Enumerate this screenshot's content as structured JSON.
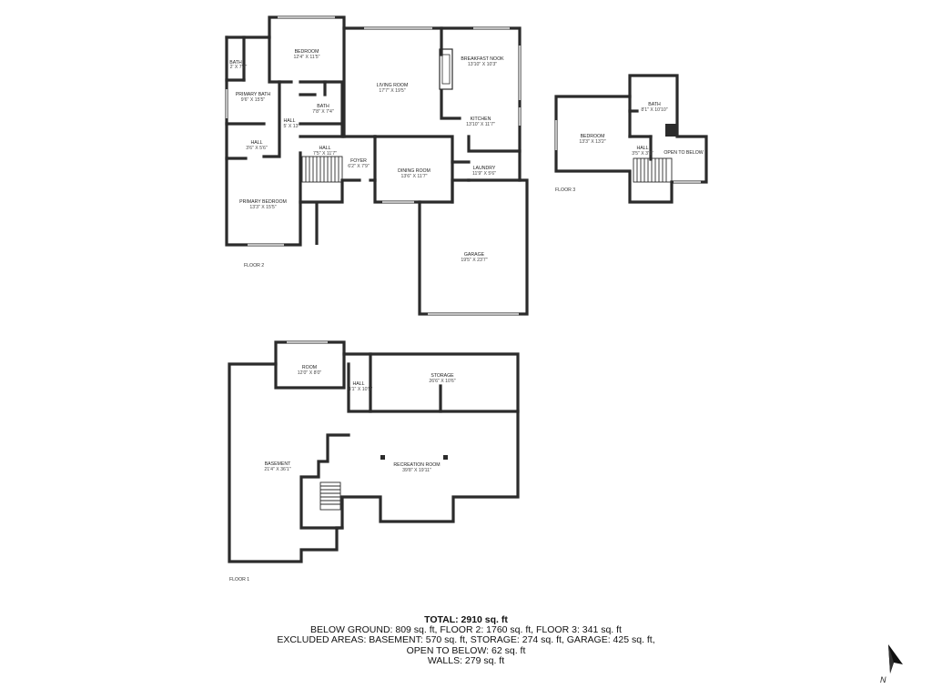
{
  "floors": [
    {
      "label": "FLOOR 2",
      "rooms": [
        {
          "key": "f2-bedroom",
          "name": "BEDROOM",
          "dims": "12'4\" X 11'5\""
        },
        {
          "key": "f2-bath-small",
          "name": "BATH",
          "dims": "2' X 7'7\""
        },
        {
          "key": "f2-primary-bath",
          "name": "PRIMARY BATH",
          "dims": "9'6\" X 15'5\""
        },
        {
          "key": "f2-bath",
          "name": "BATH",
          "dims": "7'8\" X 7'4\""
        },
        {
          "key": "f2-hall-1",
          "name": "HALL",
          "dims": "5' X 13'"
        },
        {
          "key": "f2-hall-2",
          "name": "HALL",
          "dims": "3'6\" X 5'6\""
        },
        {
          "key": "f2-hall-3",
          "name": "HALL",
          "dims": "7'5\" X 11'7\""
        },
        {
          "key": "f2-living-room",
          "name": "LIVING ROOM",
          "dims": "17'7\" X 19'5\""
        },
        {
          "key": "f2-breakfast-nook",
          "name": "BREAKFAST NOOK",
          "dims": "13'10\" X 10'3\""
        },
        {
          "key": "f2-kitchen",
          "name": "KITCHEN",
          "dims": "13'10\" X 11'7\""
        },
        {
          "key": "f2-foyer",
          "name": "FOYER",
          "dims": "6'2\" X 7'9\""
        },
        {
          "key": "f2-dining-room",
          "name": "DINING ROOM",
          "dims": "13'6\" X 11'7\""
        },
        {
          "key": "f2-laundry",
          "name": "LAUNDRY",
          "dims": "11'9\" X 5'6\""
        },
        {
          "key": "f2-primary-bedroom",
          "name": "PRIMARY BEDROOM",
          "dims": "13'3\" X 15'5\""
        },
        {
          "key": "f2-garage",
          "name": "GARAGE",
          "dims": "19'5\" X 23'7\""
        }
      ]
    },
    {
      "label": "FLOOR 3",
      "rooms": [
        {
          "key": "f3-bedroom",
          "name": "BEDROOM",
          "dims": "13'3\" X 13'2\""
        },
        {
          "key": "f3-bath",
          "name": "BATH",
          "dims": "8'1\" X 10'10\""
        },
        {
          "key": "f3-hall",
          "name": "HALL",
          "dims": "3'5\" X 3'1\""
        },
        {
          "key": "f3-open-to-below",
          "name": "OPEN TO BELOW",
          "dims": ""
        }
      ]
    },
    {
      "label": "FLOOR 1",
      "rooms": [
        {
          "key": "f1-room",
          "name": "ROOM",
          "dims": "12'0\" X 8'0\""
        },
        {
          "key": "f1-hall",
          "name": "HALL",
          "dims": "4'1\" X 10'5\""
        },
        {
          "key": "f1-storage",
          "name": "STORAGE",
          "dims": "26'6\" X 10'6\""
        },
        {
          "key": "f1-basement",
          "name": "BASEMENT",
          "dims": "21'4\" X 36'1\""
        },
        {
          "key": "f1-recreation-room",
          "name": "RECREATION ROOM",
          "dims": "39'8\" X 19'11\""
        }
      ]
    }
  ],
  "summary": {
    "total": "TOTAL: 2910 sq. ft",
    "line1": "BELOW GROUND: 809 sq. ft, FLOOR 2: 1760 sq. ft, FLOOR 3: 341 sq. ft",
    "line2": "EXCLUDED AREAS: BASEMENT: 570 sq. ft, STORAGE: 274 sq. ft, GARAGE: 425 sq. ft,",
    "line3": "OPEN TO BELOW: 62 sq. ft",
    "line4": "WALLS: 279 sq. ft"
  },
  "compass": {
    "label": "N"
  }
}
